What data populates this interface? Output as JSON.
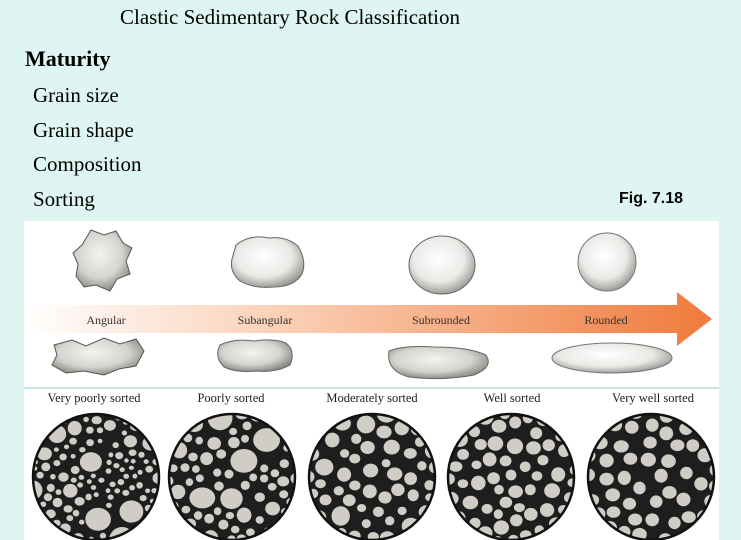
{
  "slide": {
    "title": "Clastic Sedimentary Rock Classification",
    "heading": "Maturity",
    "bullets": [
      "Grain size",
      "Grain shape",
      "Composition",
      "Sorting"
    ],
    "figure_ref": "Fig. 7.18"
  },
  "figure": {
    "roundness_labels": [
      "Angular",
      "Subangular",
      "Subrounded",
      "Rounded"
    ],
    "sorting_labels": [
      "Very poorly sorted",
      "Poorly sorted",
      "Moderately sorted",
      "Well sorted",
      "Very well sorted"
    ]
  },
  "colors": {
    "background": "#dff5f1",
    "arrow": "#f07a3c",
    "grain": "#cfcdc6",
    "matrix": "#1e1e1e"
  }
}
